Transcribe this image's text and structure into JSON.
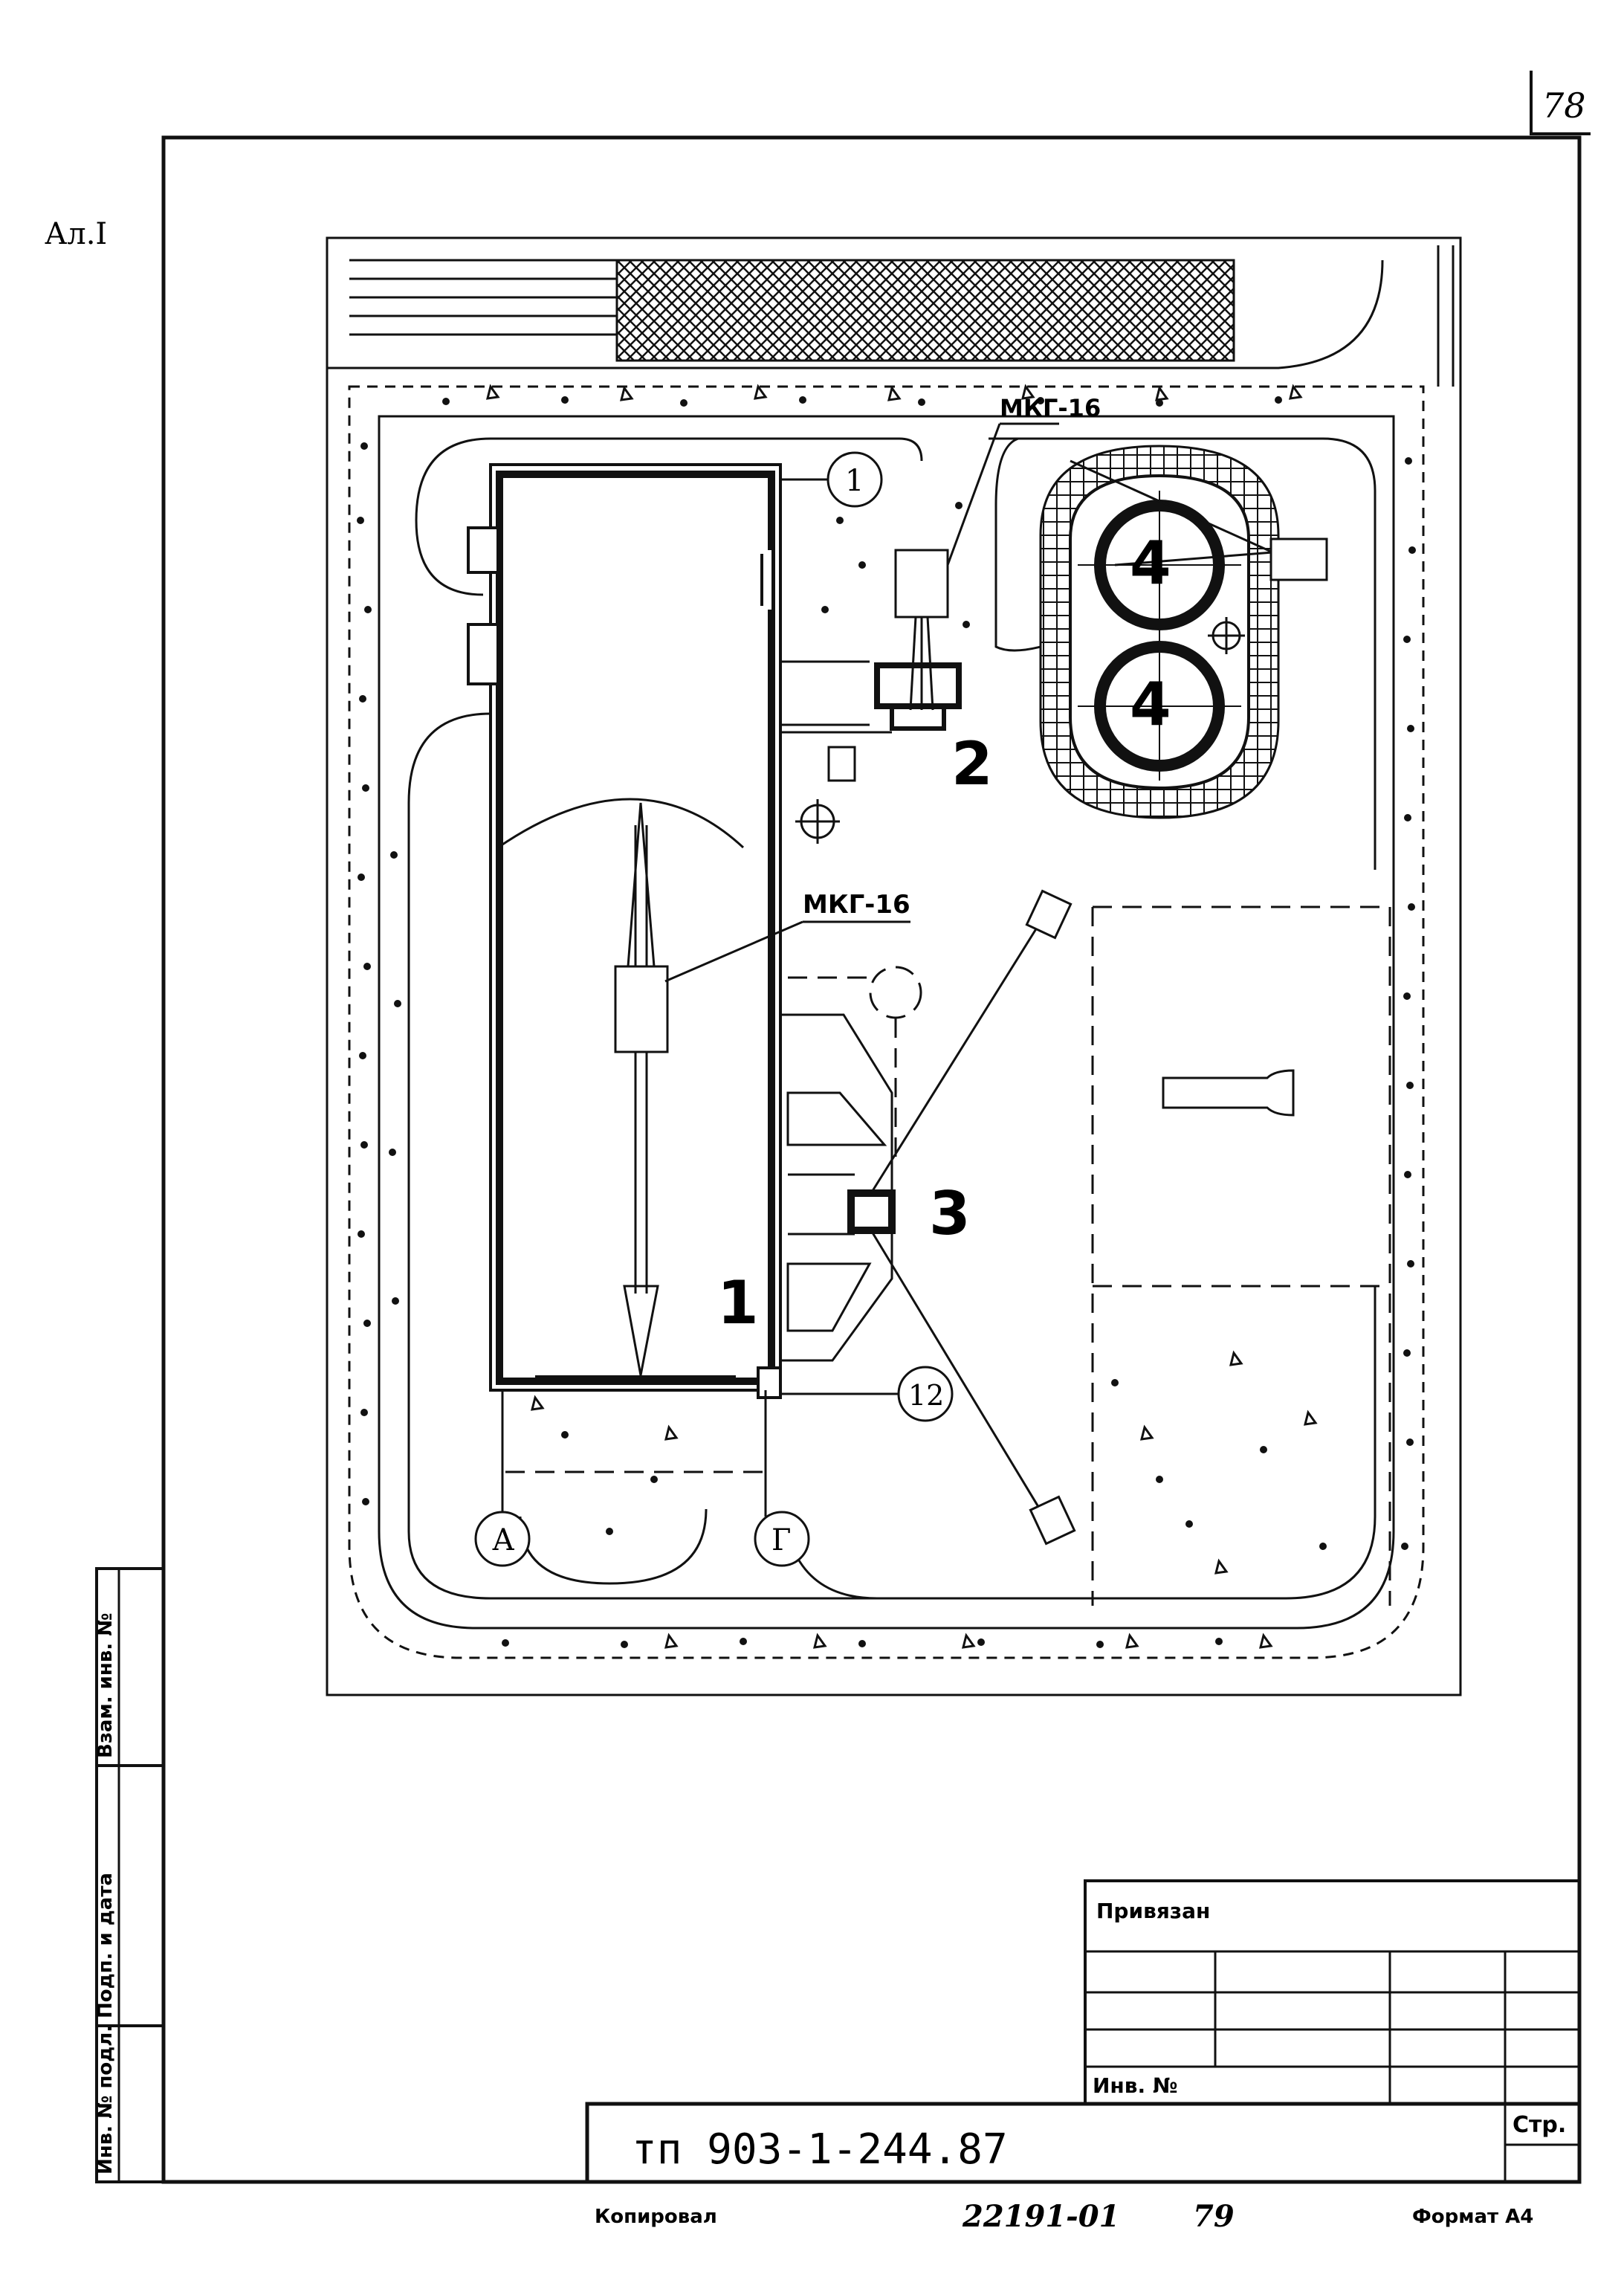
{
  "sheet": {
    "page_number": "78",
    "sheet_label": "Ал.I"
  },
  "plan": {
    "crane_label_top": "МКГ-16",
    "crane_label_main": "МКГ-16",
    "building_number": "1",
    "pos_2": "2",
    "pos_3": "3",
    "pos_4a": "4",
    "pos_4b": "4",
    "axis_1": "1",
    "axis_12": "12",
    "axis_A": "А",
    "axis_G": "Г"
  },
  "side_stamp": {
    "vzam_inv": "Взам. инв. №",
    "podp_data": "Подп. и дата",
    "inv_podl": "Инв. № подл."
  },
  "title_block": {
    "privyazan": "Привязан",
    "inv_no": "Инв. №",
    "str": "Стр.",
    "project_code": "тп 903-1-244.87"
  },
  "footer": {
    "kopiroval": "Копировал",
    "order_no": "22191-01",
    "sheet_no": "79",
    "format": "Формат А4"
  }
}
